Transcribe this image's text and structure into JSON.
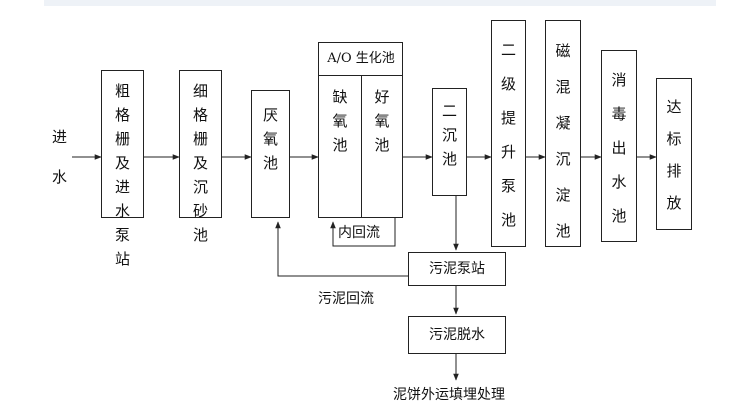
{
  "inlet": {
    "line1": "进",
    "line2": "水"
  },
  "units": {
    "coarse_screen": "粗格栅及进水泵站",
    "fine_screen": "细格栅及沉砂池",
    "anaerobic": "厌氧池",
    "ao_title": "A/O 生化池",
    "anoxic": "缺氧池",
    "aerobic": "好氧池",
    "internal_reflux": "内回流",
    "secondary_clarifier": "二沉池",
    "lift_pump": "二级提升泵池",
    "magnetic_coag": "磁混凝沉淀池",
    "disinfection": "消毒出水池",
    "discharge": "达标排放",
    "sludge_pump": "污泥泵站",
    "sludge_return": "污泥回流",
    "sludge_dewater": "污泥脱水",
    "cake_disposal": "泥饼外运填埋处理"
  },
  "colors": {
    "line": "#222222",
    "topbar": "#eef2f7"
  }
}
